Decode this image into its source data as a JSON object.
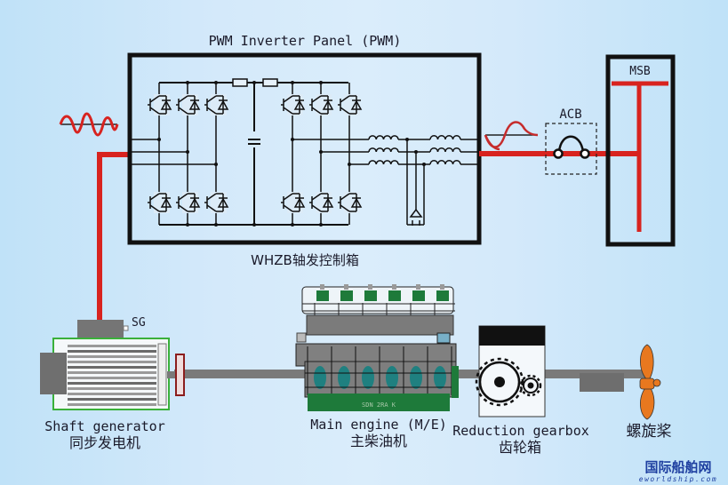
{
  "panel": {
    "title": "PWM Inverter Panel (PWM)",
    "caption": "WHZB轴发控制箱"
  },
  "acb": {
    "label": "ACB"
  },
  "msb": {
    "label": "MSB"
  },
  "sg": {
    "label": "SG"
  },
  "components": {
    "shaft_generator": {
      "en": "Shaft generator",
      "zh": "同步发电机"
    },
    "main_engine": {
      "en": "Main engine (M/E)",
      "zh": "主柴油机",
      "plate": "SDN 2RA  K"
    },
    "gearbox": {
      "en": "Reduction gearbox",
      "zh": "齿轮箱"
    },
    "propeller": {
      "zh": "螺旋桨"
    }
  },
  "watermark": {
    "zh": "国际船舶网",
    "en": "eworldship.com"
  },
  "colors": {
    "power_line": "#d8231f",
    "frame": "#111111",
    "engine_green": "#1e7a3a",
    "engine_gray": "#7d7d7d",
    "propeller": "#e8781f",
    "teal": "#1f8080",
    "watermark": "#1e3fa0"
  }
}
